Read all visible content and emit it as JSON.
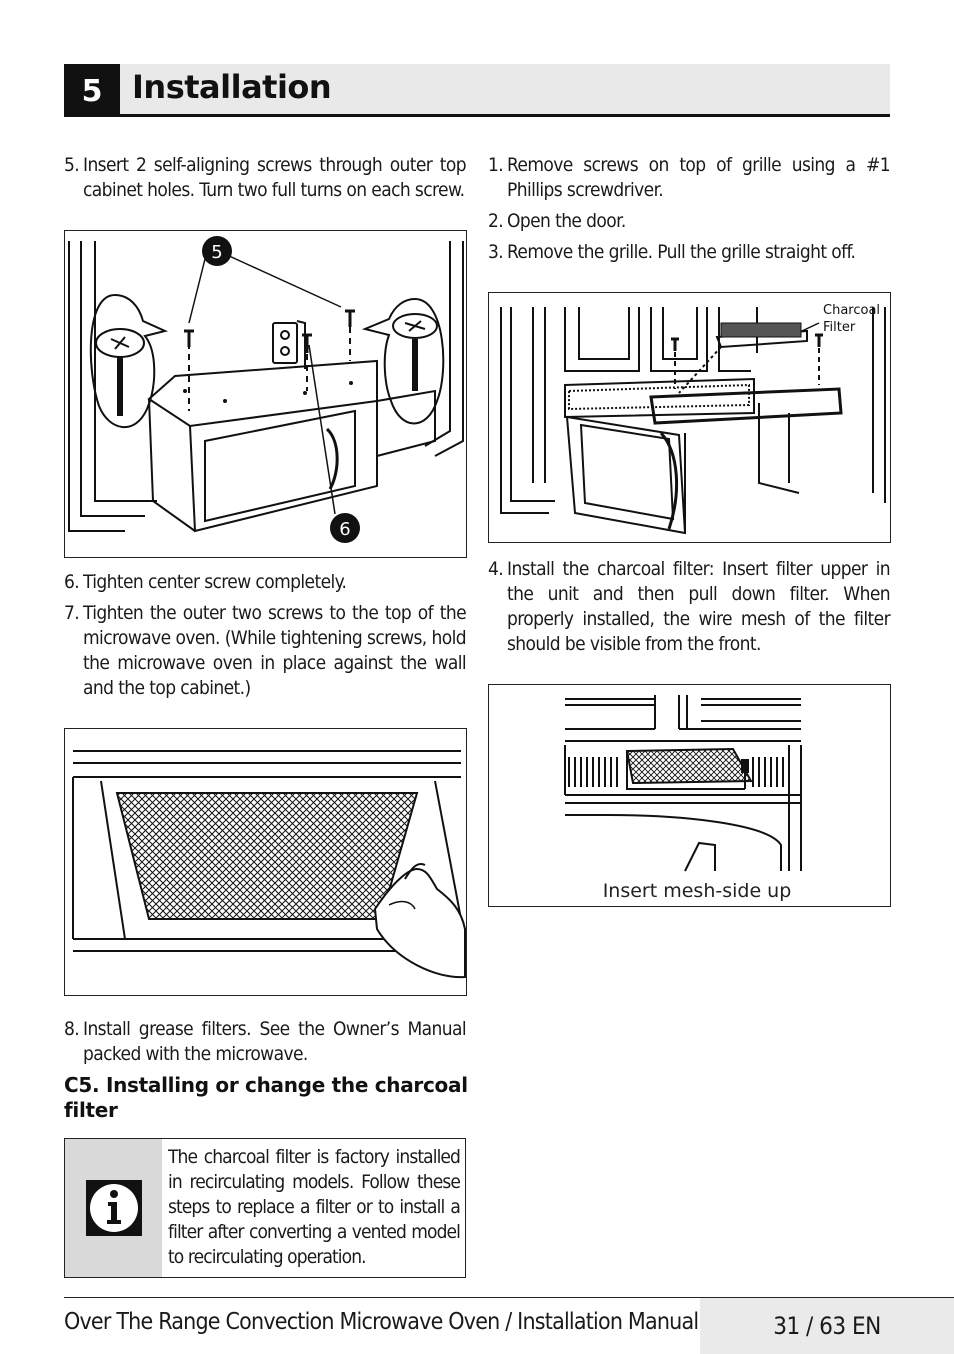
{
  "header": {
    "section_number": "5",
    "title": "Installation"
  },
  "left_column": {
    "step5": {
      "num": "5.",
      "text": "Insert 2 self-aligning screws through outer top cabinet holes. Turn two full turns on each screw."
    },
    "figure1": {
      "callout_a": "5",
      "callout_b": "6"
    },
    "step6": {
      "num": "6.",
      "text": "Tighten center screw completely."
    },
    "step7": {
      "num": "7.",
      "text": "Tighten the outer two screws to the top of the microwave oven. (While tightening screws, hold the microwave oven in place against the wall and the top cabinet.)"
    },
    "step8": {
      "num": "8.",
      "text": "Install grease filters. See the Owner’s Manual packed with the microwave."
    },
    "subheading": "C5. Installing or change the charcoal filter",
    "note": {
      "icon": "info-icon",
      "text": "The charcoal filter is factory installed in recirculating models. Follow these steps to replace a filter or to install a filter after converting a vented model to recirculating operation."
    }
  },
  "right_column": {
    "step1": {
      "num": "1.",
      "text": "Remove screws on top of grille using a #1 Phillips screwdriver."
    },
    "step2": {
      "num": "2.",
      "text": "Open the door."
    },
    "step3": {
      "num": "3.",
      "text": "Remove the grille. Pull the grille straight off."
    },
    "figure3": {
      "label_line1": "Charcoal",
      "label_line2": "Filter"
    },
    "step4": {
      "num": "4.",
      "text": "Install the charcoal filter: Insert filter upper in the unit and then pull down filter. When properly installed, the wire mesh of the filter should be visible from the front."
    },
    "figure4": {
      "caption": "Insert mesh-side up"
    }
  },
  "footer": {
    "document_title": "Over The Range Convection Microwave Oven / Installation Manual",
    "page": "31 / 63 EN"
  }
}
